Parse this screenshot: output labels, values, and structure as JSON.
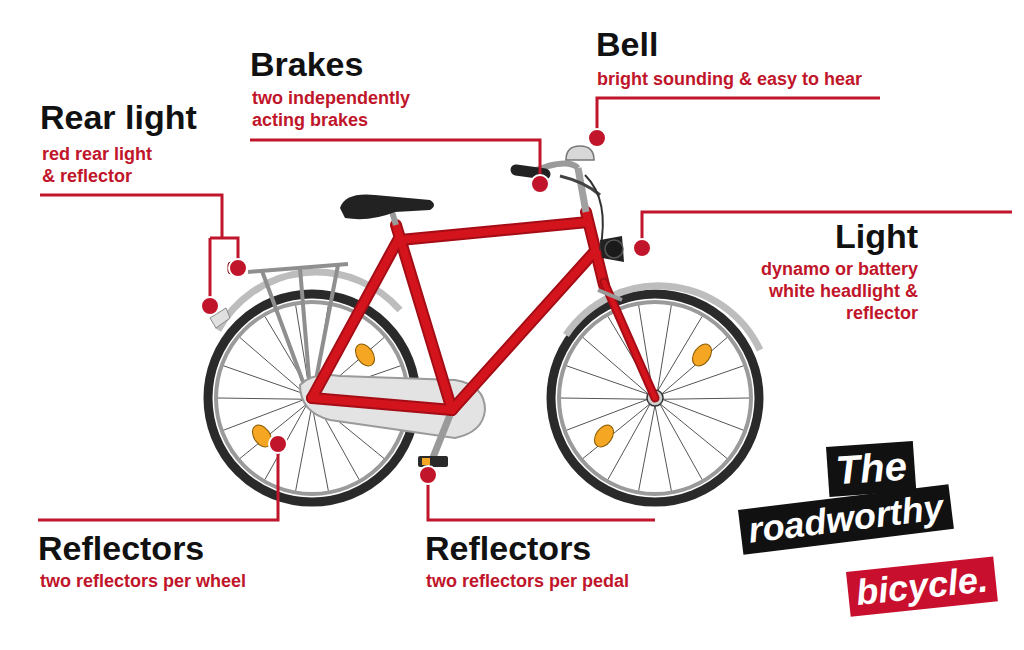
{
  "diagram": {
    "nodes": [
      {
        "text": [
          "The"
        ]
      },
      {
        "text": [
          "roadworthy"
        ]
      },
      {
        "text": [
          "bicycle."
        ]
      }
    ],
    "labels": [
      "Rear light",
      "red rear light & reflector",
      "Brakes",
      "two independently acting brakes",
      "Bell",
      "bright sounding & easy to hear",
      "Light",
      "dynamo or battery white headlight & reflector",
      "Reflectors",
      "two reflectors per wheel",
      "Reflectors",
      "two reflectors per pedal"
    ]
  }
}
